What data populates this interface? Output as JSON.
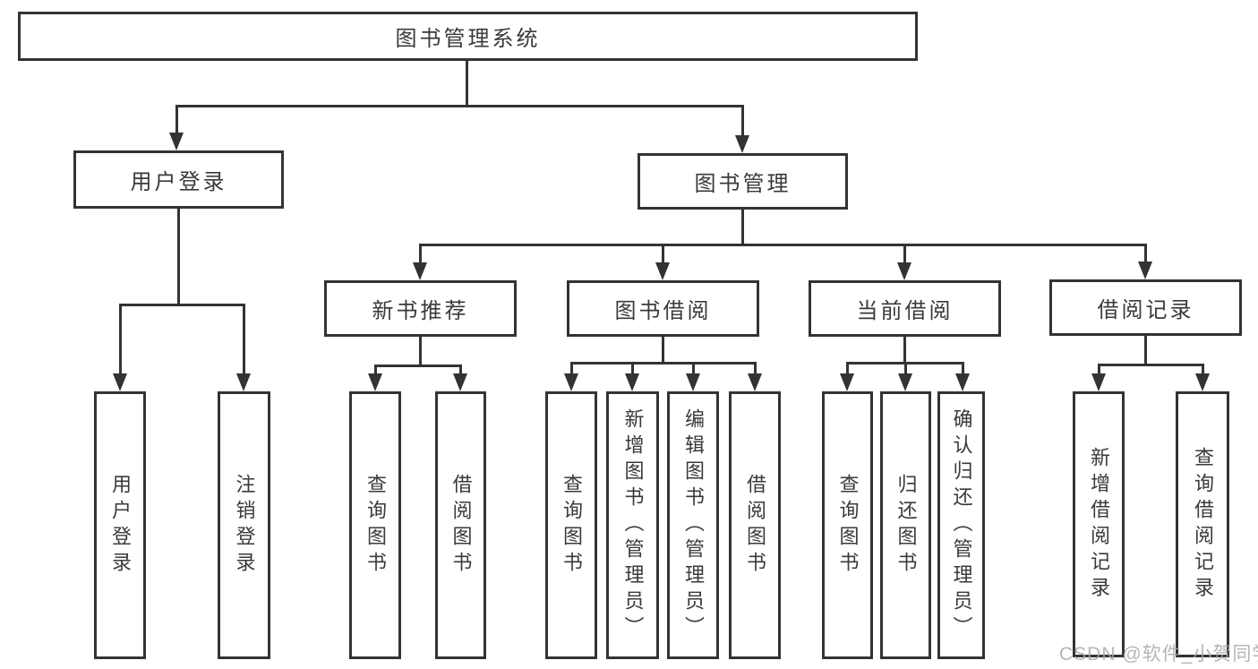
{
  "diagram_title": "图书管理系统",
  "tree": {
    "label": "图书管理系统",
    "children": [
      {
        "label": "用户登录",
        "children": [
          {
            "label": "用户登录"
          },
          {
            "label": "注销登录"
          }
        ]
      },
      {
        "label": "图书管理",
        "children": [
          {
            "label": "新书推荐",
            "children": [
              {
                "label": "查询图书"
              },
              {
                "label": "借阅图书"
              }
            ]
          },
          {
            "label": "图书借阅",
            "children": [
              {
                "label": "查询图书"
              },
              {
                "label": "新增图书（管理员）"
              },
              {
                "label": "编辑图书（管理员）"
              },
              {
                "label": "借阅图书"
              }
            ]
          },
          {
            "label": "当前借阅",
            "children": [
              {
                "label": "查询图书"
              },
              {
                "label": "归还图书"
              },
              {
                "label": "确认归还（管理员）"
              }
            ]
          },
          {
            "label": "借阅记录",
            "children": [
              {
                "label": "新增借阅记录"
              },
              {
                "label": "查询借阅记录"
              }
            ]
          }
        ]
      }
    ]
  },
  "watermark": {
    "text": "CSDN @软件_小贺同学"
  },
  "colors": {
    "line": "#333333",
    "box_border": "#333333",
    "box_background": "#ffffff",
    "text": "#3a3a3a",
    "watermark": "#a8a8a8"
  }
}
